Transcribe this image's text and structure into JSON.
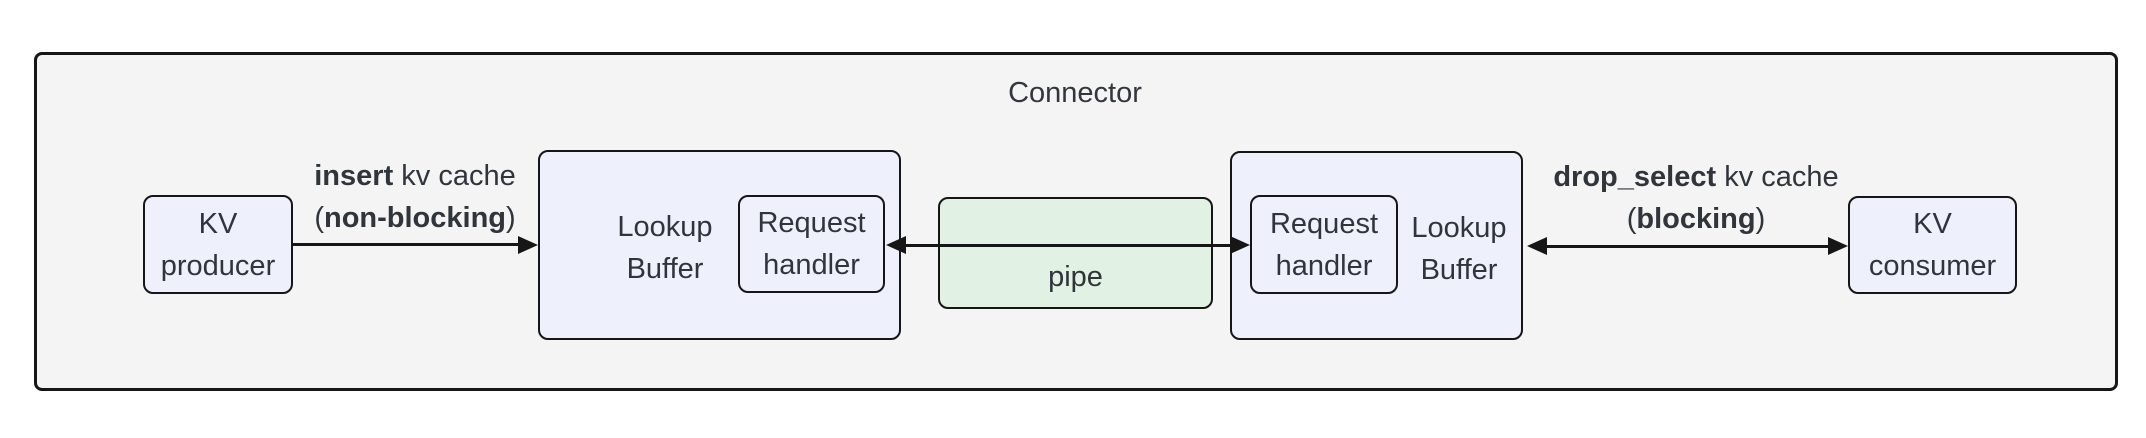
{
  "title": "Connector",
  "colors": {
    "frame_fill": "#f4f4f4",
    "node_fill": "#eef1fb",
    "pipe_fill": "#e1f1e4",
    "stroke": "#161616",
    "text": "#30343b"
  },
  "nodes": {
    "kv_producer": {
      "line1": "KV",
      "line2": "producer"
    },
    "lookup_buffer_left": {
      "line1": "Lookup",
      "line2": "Buffer"
    },
    "request_handler_left": {
      "line1": "Request",
      "line2": "handler"
    },
    "pipe": {
      "label": "pipe"
    },
    "request_handler_right": {
      "line1": "Request",
      "line2": "handler"
    },
    "lookup_buffer_right": {
      "line1": "Lookup",
      "line2": "Buffer"
    },
    "kv_consumer": {
      "line1": "KV",
      "line2": "consumer"
    }
  },
  "edges": {
    "insert": {
      "bold1": "insert",
      "rest1": " kv cache",
      "open2": "(",
      "bold2": "non-blocking",
      "close2": ")"
    },
    "drop_select": {
      "bold1": "drop_select",
      "rest1": " kv cache",
      "open2": "(",
      "bold2": "blocking",
      "close2": ")"
    }
  }
}
